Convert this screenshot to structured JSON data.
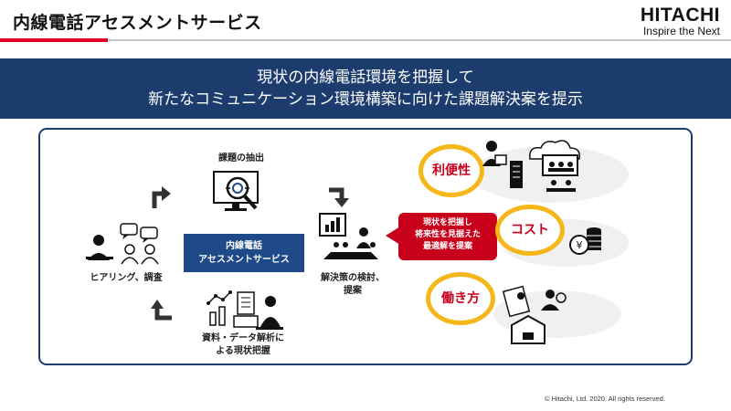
{
  "header": {
    "title": "内線電話アセスメントサービス",
    "logo_name": "HITACHI",
    "logo_tagline": "Inspire the Next"
  },
  "banner": {
    "line1": "現状の内線電話環境を把握して",
    "line2": "新たなコミュニケーション環境構築に向けた課題解決案を提示"
  },
  "cycle": {
    "hearing": "ヒアリング、調査",
    "extraction": "課題の抽出",
    "center_line1": "内線電話",
    "center_line2": "アセスメントサービス",
    "analysis_line1": "資料・データ解析に",
    "analysis_line2": "よる現状把握",
    "solution_line1": "解決策の検討、",
    "solution_line2": "提案"
  },
  "callout": {
    "line1": "現状を把握し",
    "line2": "将来性を見据えた",
    "line3": "最適解を提案"
  },
  "benefits": {
    "convenience": "利便性",
    "cost": "コスト",
    "workstyle": "働き方"
  },
  "colors": {
    "navy": "#1d3c6e",
    "accent_red": "#c8001c",
    "bubble_yellow": "#f6b71b"
  },
  "footer": {
    "copyright": "© Hitachi, Ltd. 2020. All rights reserved."
  }
}
